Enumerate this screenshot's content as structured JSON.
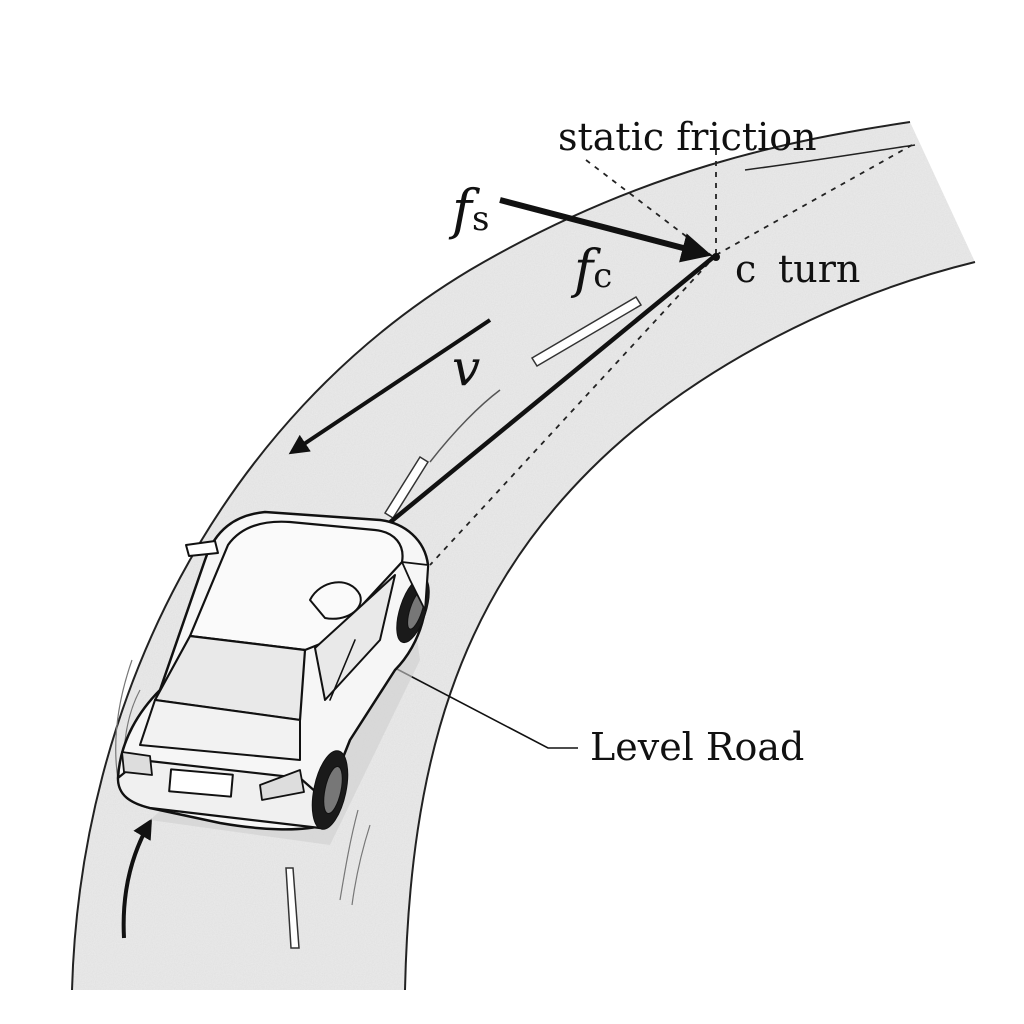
{
  "diagram": {
    "labels": {
      "static_friction": "static friction",
      "fs_symbol": "f",
      "fs_subscript": "s",
      "fc_symbol": "f",
      "fc_subscript": "c",
      "c_turn_c": "c",
      "c_turn_word": "turn",
      "velocity": "v",
      "level_road": "Level Road"
    },
    "colors": {
      "ink": "#111111",
      "road_fill": "#ececec",
      "car_body": "#f6f6f6",
      "glass": "#e9e9e9",
      "tire": "#1a1a1a",
      "background": "#ffffff"
    }
  }
}
